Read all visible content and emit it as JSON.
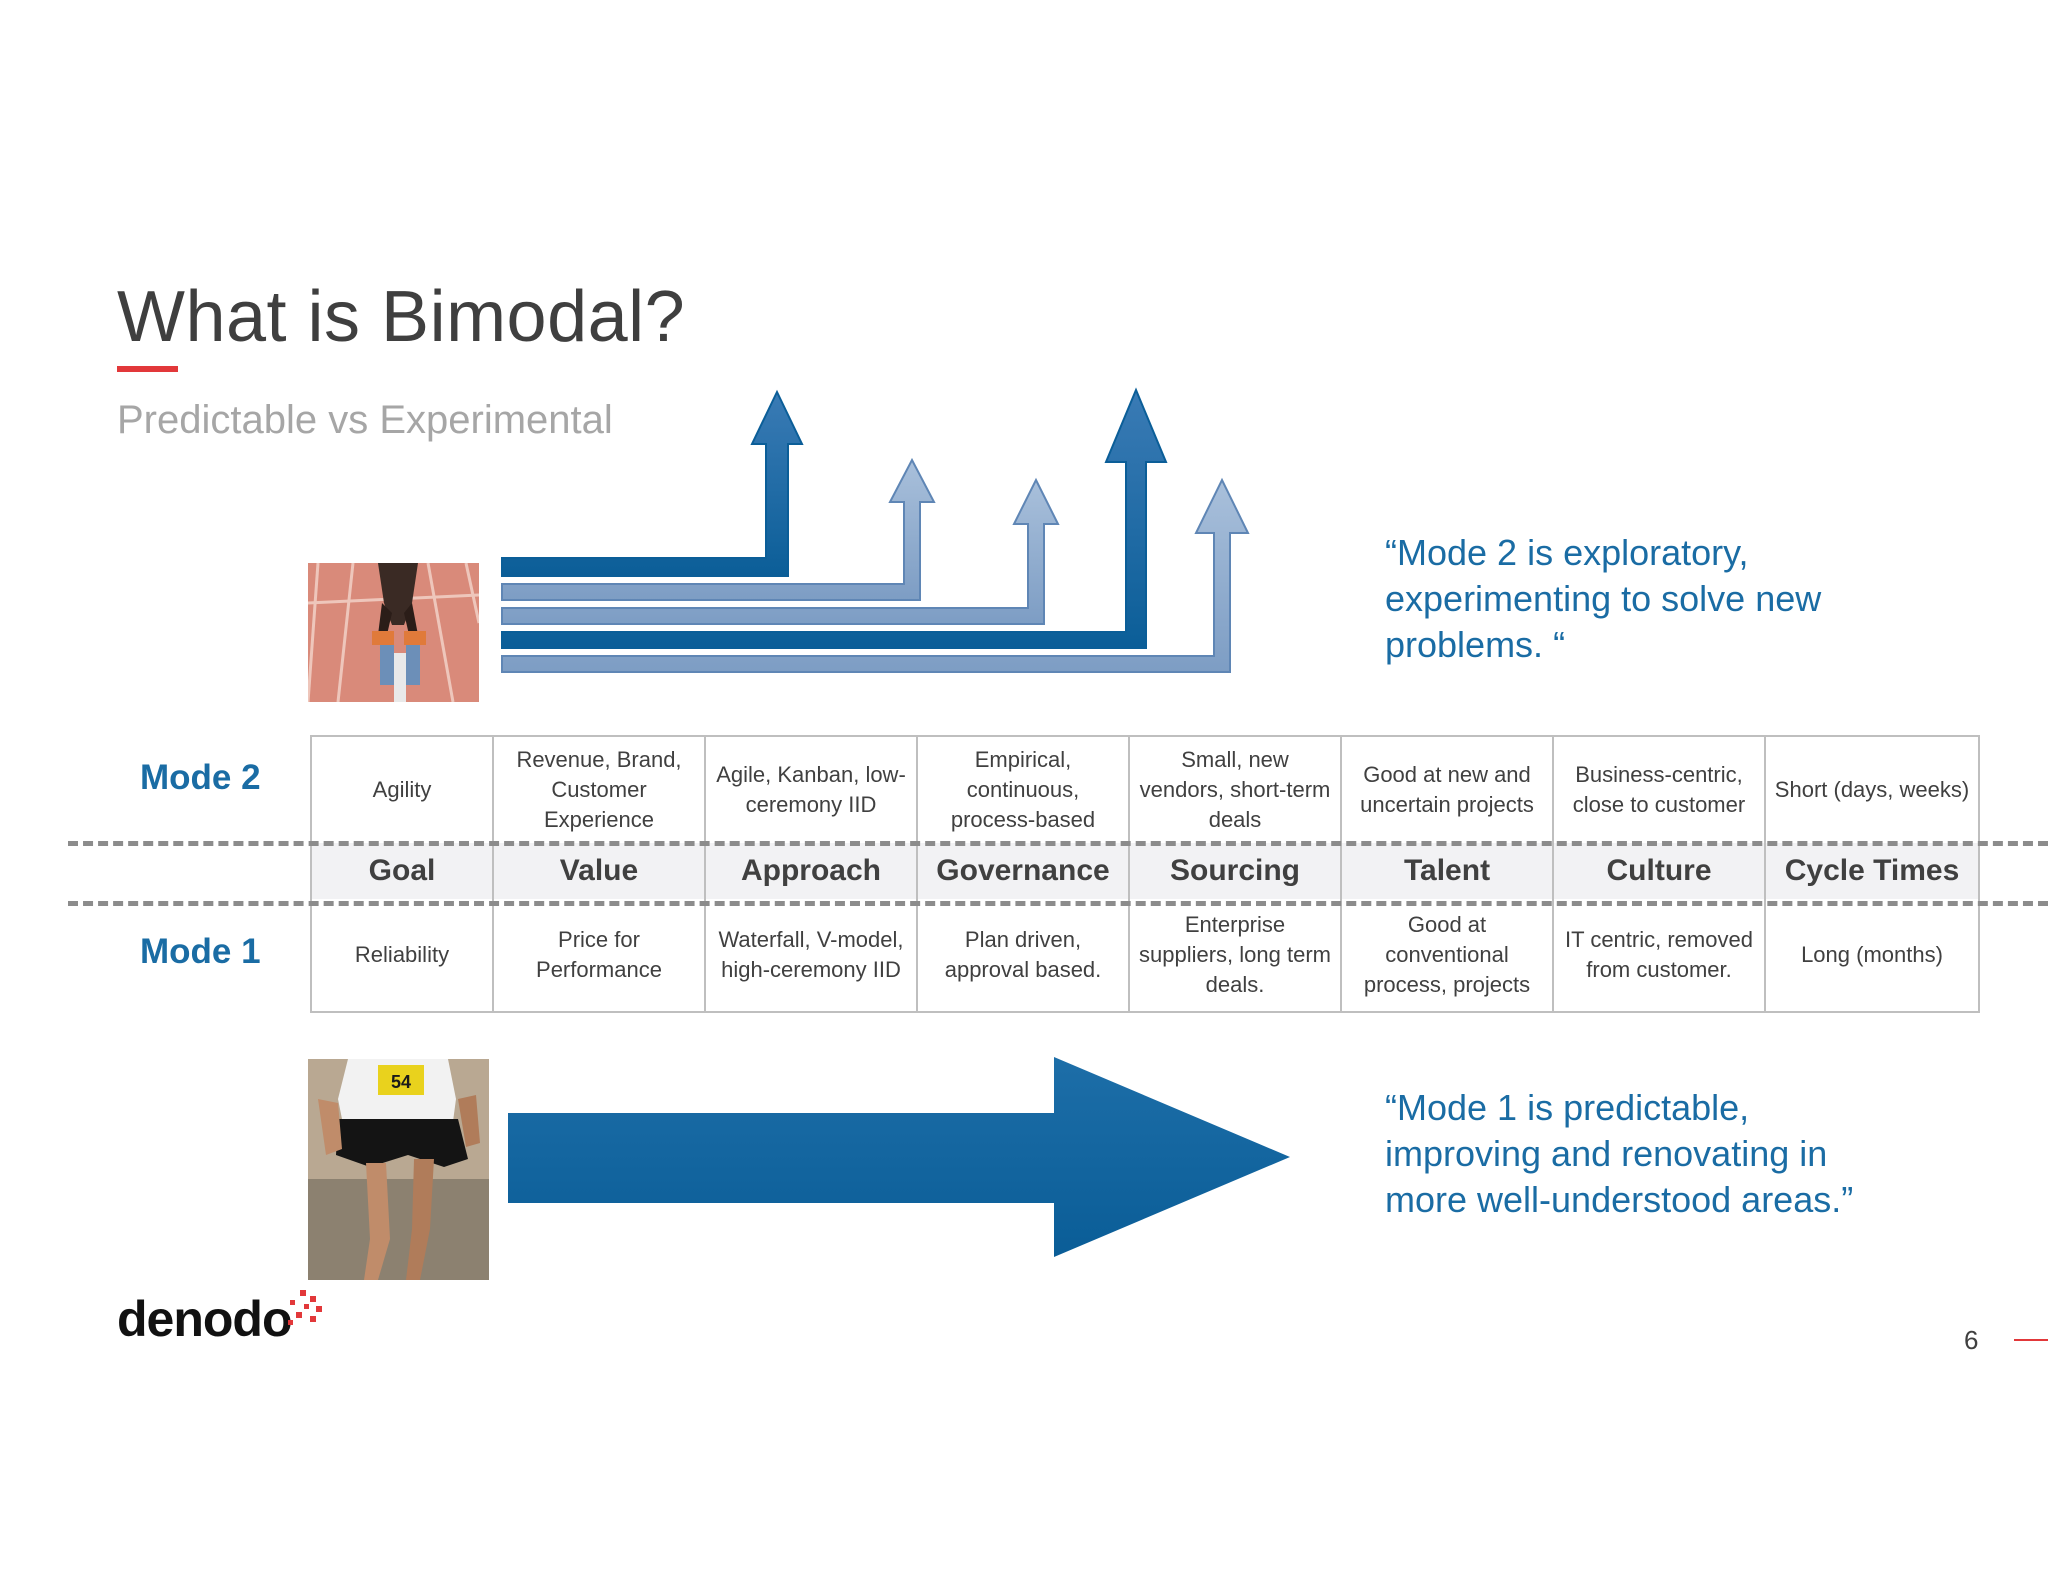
{
  "slide": {
    "title": "What is Bimodal?",
    "subtitle": "Predictable vs Experimental",
    "page_number": "6",
    "logo_text": "denodo"
  },
  "quotes": {
    "mode2": [
      "“Mode 2 is exploratory,",
      "experimenting to solve new",
      "problems. “"
    ],
    "mode1": [
      "“Mode 1 is predictable,",
      "improving and renovating in",
      "more well-understood areas.”"
    ]
  },
  "table": {
    "mode2_label": "Mode 2",
    "mode1_label": "Mode 1",
    "headers": [
      "Goal",
      "Value",
      "Approach",
      "Governance",
      "Sourcing",
      "Talent",
      "Culture",
      "Cycle Times"
    ],
    "mode2": [
      "Agility",
      "Revenue, Brand, Customer Experience",
      "Agile, Kanban, low-ceremony IID",
      "Empirical, continuous, process-based",
      "Small, new vendors, short-term deals",
      "Good at new and uncertain projects",
      "Business-centric, close to customer",
      "Short (days, weeks)"
    ],
    "mode1": [
      "Reliability",
      "Price for Performance",
      "Waterfall, V-model, high-ceremony IID",
      "Plan driven, approval based.",
      "Enterprise suppliers, long term deals.",
      "Good at conventional process, projects",
      "IT centric, removed from customer.",
      "Long (months)"
    ]
  },
  "images": {
    "sprinter_bib": "",
    "runner_bib": "54"
  },
  "colors": {
    "accent_red": "#e2383a",
    "brand_blue": "#1a6ca4",
    "arrow_dark": "#0b5e98",
    "arrow_light": "#8eaacb"
  }
}
